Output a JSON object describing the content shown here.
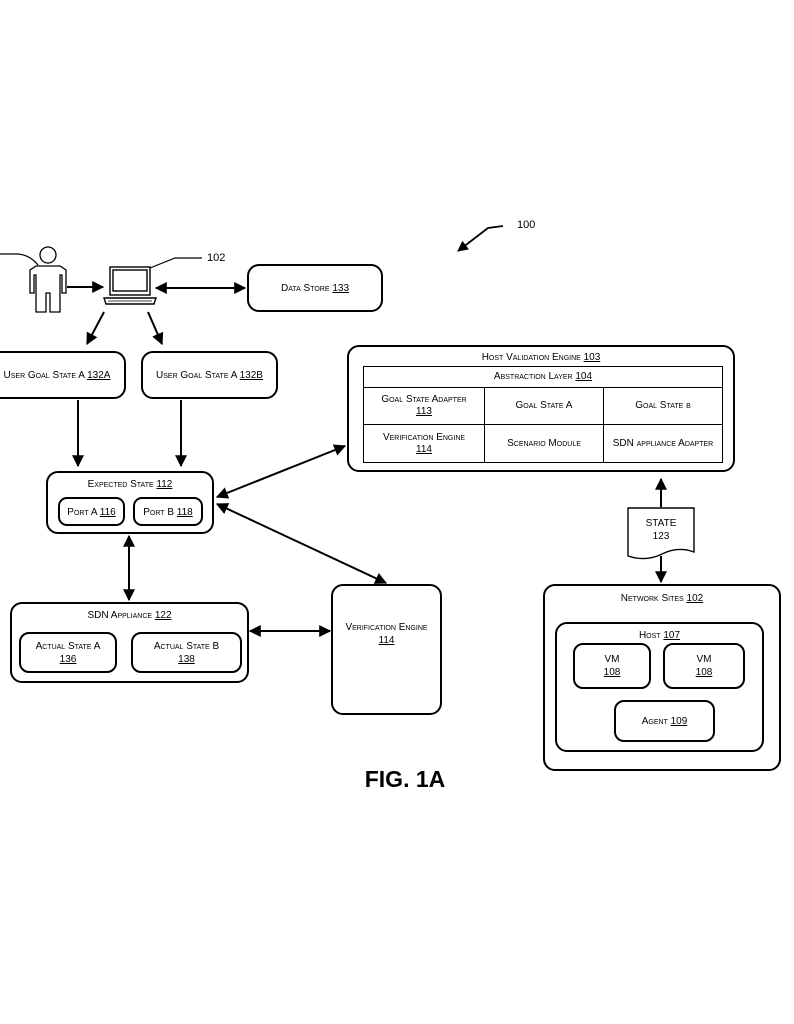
{
  "figure": {
    "ref_main": "100",
    "ref_computer": "102",
    "caption": "FIG. 1A"
  },
  "data_store": {
    "label": "Data Store",
    "num": "133"
  },
  "goal_a": {
    "label": "User Goal State A",
    "num": "132A"
  },
  "goal_b": {
    "label": "User Goal State A",
    "num": "132B"
  },
  "expected": {
    "label": "Expected State",
    "num": "112",
    "port_a": {
      "label": "Port A",
      "num": "116"
    },
    "port_b": {
      "label": "Port B",
      "num": "118"
    }
  },
  "sdn": {
    "label": "SDN Appliance",
    "num": "122",
    "actual_a": {
      "label": "Actual State A",
      "num": "136"
    },
    "actual_b": {
      "label": "Actual State B",
      "num": "138"
    }
  },
  "verif_engine": {
    "label": "Verification Engine",
    "num": "114"
  },
  "host_validation": {
    "label": "Host Validation Engine",
    "num": "103",
    "abstraction": {
      "label": "Abstraction Layer",
      "num": "104"
    },
    "cells": {
      "goal_state_adapter": {
        "label": "Goal State Adapter",
        "num": "113"
      },
      "goal_state_a": "Goal State A",
      "goal_state_b": "Goal State b",
      "verification_engine": {
        "label": "Verification Engine",
        "num": "114"
      },
      "scenario_module": "Scenario Module",
      "sdn_adapter": "SDN appliance Adapter"
    }
  },
  "state_doc": {
    "label": "STATE",
    "num": "123"
  },
  "network_sites": {
    "label": "Network Sites",
    "num": "102",
    "host": {
      "label": "Host",
      "num": "107"
    },
    "vm1": {
      "label": "VM",
      "num": "108"
    },
    "vm2": {
      "label": "VM",
      "num": "108"
    },
    "agent": {
      "label": "Agent",
      "num": "109"
    }
  }
}
